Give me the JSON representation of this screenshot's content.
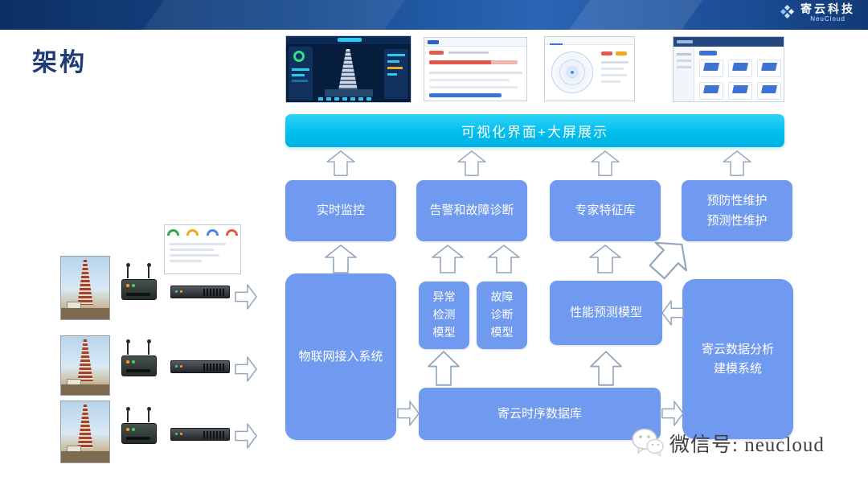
{
  "header": {
    "logo_title": "寄云科技",
    "logo_subtitle": "NeuCloud"
  },
  "page": {
    "title": "架构"
  },
  "banner": {
    "label": "可视化界面+大屏展示"
  },
  "boxes": {
    "realtime": "实时监控",
    "alarm": "告警和故障诊断",
    "expert": "专家特征库",
    "maintenance_line1": "预防性维护",
    "maintenance_line2": "预测性维护",
    "iot": "物联网接入系统",
    "anomaly": "异常检测模型",
    "fault": "故障诊断模型",
    "performance": "性能预测模型",
    "analysis_line1": "寄云数据分析",
    "analysis_line2": "建模系统",
    "tsdb": "寄云时序数据库"
  },
  "footer": {
    "wechat_label": "微信号: neucloud"
  },
  "colors": {
    "box_blue": "#6f9af0",
    "banner_cyan": "#00bdec",
    "header_navy": "#164a8e",
    "title_navy": "#1e3c78"
  }
}
